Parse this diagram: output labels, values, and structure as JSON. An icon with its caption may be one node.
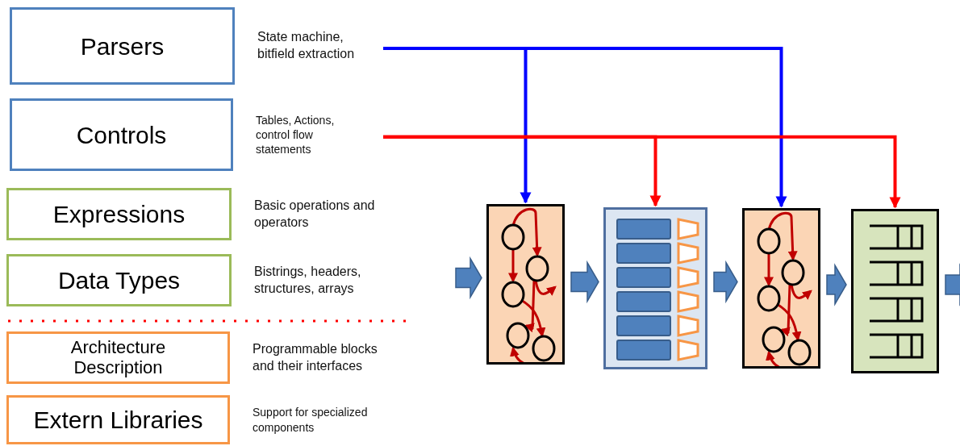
{
  "diagram": {
    "nodes": [
      {
        "text": [
          "Parsers"
        ],
        "beside": [
          "State machine, bitfield extraction"
        ]
      },
      {
        "text": [
          "Controls"
        ],
        "beside": [
          "Tables, Actions, control flow statements"
        ]
      },
      {
        "text": [
          "Expressions"
        ],
        "beside": [
          "Basic operations and operators"
        ]
      },
      {
        "text": [
          "Data Types"
        ],
        "beside": [
          "Bistrings, headers, structures, arrays"
        ]
      },
      {
        "text": [
          "Architecture Description"
        ],
        "beside": [
          "Programmable blocks and their interfaces"
        ]
      },
      {
        "text": [
          "Extern Libraries"
        ],
        "beside": [
          "Support for specialized components"
        ]
      },
      {
        "text": [],
        "shape": "box"
      },
      {
        "text": [],
        "shape": "box"
      },
      {
        "text": [],
        "shape": "box"
      },
      {
        "text": [],
        "shape": "box"
      }
    ],
    "edges": [
      {
        "from": 0,
        "to": 6,
        "arrow": "to",
        "color": "#0000ff"
      },
      {
        "from": 0,
        "to": 8,
        "arrow": "to",
        "color": "#0000ff"
      },
      {
        "from": 1,
        "to": 7,
        "arrow": "to",
        "color": "#ff0000"
      },
      {
        "from": 1,
        "to": 9,
        "arrow": "to",
        "color": "#ff0000"
      },
      {
        "from": null,
        "to": 6,
        "arrow": "to",
        "style": "thick",
        "color": "#4f81bd"
      },
      {
        "from": 6,
        "to": 7,
        "arrow": "to",
        "style": "thick",
        "color": "#4f81bd"
      },
      {
        "from": 7,
        "to": 8,
        "arrow": "to",
        "style": "thick",
        "color": "#4f81bd"
      },
      {
        "from": 8,
        "to": 9,
        "arrow": "to",
        "style": "thick",
        "color": "#4f81bd"
      },
      {
        "from": 9,
        "to": null,
        "arrow": "to",
        "style": "thick",
        "color": "#4f81bd"
      }
    ]
  }
}
